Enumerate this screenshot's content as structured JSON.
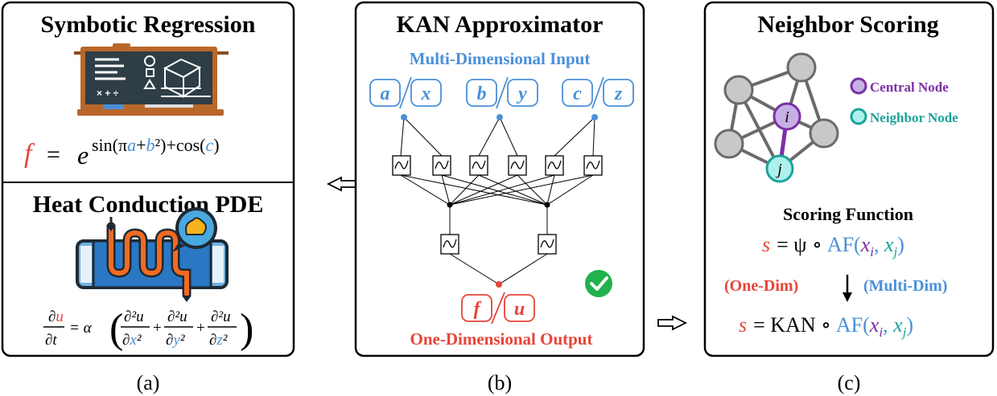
{
  "panel_a": {
    "title_top": "Symbotic Regression",
    "formula_f": "f",
    "formula_eq": "=",
    "formula_e": "e",
    "formula_exp_1": "sin(π",
    "formula_exp_a": "a",
    "formula_exp_2": "+",
    "formula_exp_b": "b",
    "formula_exp_3": "²)+cos(",
    "formula_exp_c": "c",
    "formula_exp_4": ")",
    "title_bottom": "Heat Conduction PDE",
    "pde": {
      "du": "∂",
      "u": "u",
      "dt": "∂t",
      "eq": "= α",
      "d2u": "∂²u",
      "dx2": "∂",
      "x": "x",
      "sq": "²",
      "y": "y",
      "z": "z",
      "plus": "+"
    },
    "caption": "(a)"
  },
  "panel_b": {
    "title": "KAN Approximator",
    "input_label": "Multi-Dimensional Input",
    "inputs": [
      {
        "left": "a",
        "right": "x"
      },
      {
        "left": "b",
        "right": "y"
      },
      {
        "left": "c",
        "right": "z"
      }
    ],
    "output": {
      "left": "f",
      "right": "u"
    },
    "output_label": "One-Dimensional Output",
    "caption": "(b)"
  },
  "panel_c": {
    "title": "Neighbor Scoring",
    "legend": {
      "central": "Central Node",
      "neighbor": "Neighbor Node"
    },
    "node_i": "i",
    "node_j": "j",
    "scoring_title": "Scoring Function",
    "formula1": {
      "s": "s",
      "rest": "= ψ ∘",
      "af": "AF(",
      "xi": "x",
      "i": "i",
      "comma": ", ",
      "xj": "x",
      "j": "j",
      "close": ")"
    },
    "one_dim": "(One-Dim)",
    "multi_dim": "(Multi-Dim)",
    "formula2": {
      "s": "s",
      "rest": "= KAN ∘",
      "af": "AF(",
      "xi": "x",
      "i": "i",
      "comma": ", ",
      "xj": "x",
      "j": "j",
      "close": ")"
    },
    "caption": "(c)"
  },
  "colors": {
    "red": "#e8443a",
    "blue": "#4a90d9",
    "purple": "#7b2fa6",
    "teal": "#1aa39a",
    "green": "#22b14c"
  }
}
